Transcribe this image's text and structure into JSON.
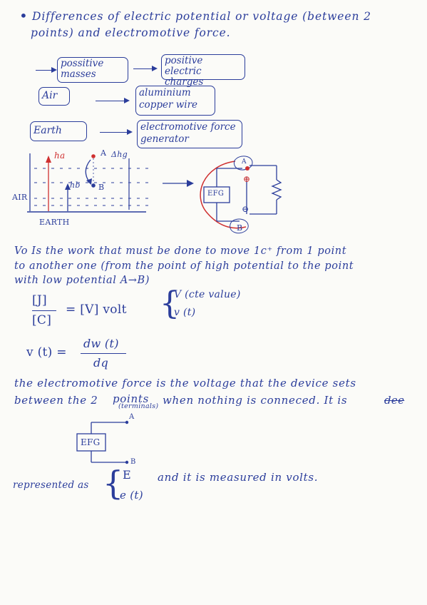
{
  "heading": {
    "bullet": "•",
    "line1": "Differences of electric potential or voltage (between 2",
    "line2": "points) and electromotive force."
  },
  "analogy": [
    {
      "left": "possitive masses",
      "right": "positive electric charges"
    },
    {
      "left": "Air",
      "right": "aluminium copper wire"
    },
    {
      "left": "Earth",
      "right": "electromotive force generator"
    }
  ],
  "diagram": {
    "ha": "ha",
    "hb": "hb",
    "a_label": "A",
    "b_label": "B",
    "ahg": "Δhg",
    "air": "AIR",
    "earth": "EARTH",
    "efg": "EFG",
    "plus": "⊕",
    "minus": "⊖",
    "circuit_a": "A",
    "circuit_b": "B"
  },
  "definition": {
    "line1": "Vo Is the work that must be done to move 1c⁺ from 1 point",
    "line2": "to another one (from the point of high potential to the point",
    "line3": "with low potential A→B)"
  },
  "units": {
    "num": "[J]",
    "den": "[C]",
    "rhs": "= [V] volt",
    "case1": "V (cte value)",
    "case2": "v (t)"
  },
  "formula": {
    "lhs": "v (t) =",
    "num": "dw (t)",
    "den": "dq"
  },
  "emf": {
    "line1": "the electromotive force is the voltage that the device sets",
    "line2a": "between the 2",
    "line2b": "points",
    "line2c": "when nothing is conneced. It is",
    "struck": "dee",
    "terminals": "(terminals)"
  },
  "source": {
    "a": "A",
    "b": "B",
    "label": "EFG"
  },
  "represent": {
    "label": "represented as",
    "sym1": "E",
    "sym2": "e (t)",
    "tail": "and it is measured in volts."
  }
}
